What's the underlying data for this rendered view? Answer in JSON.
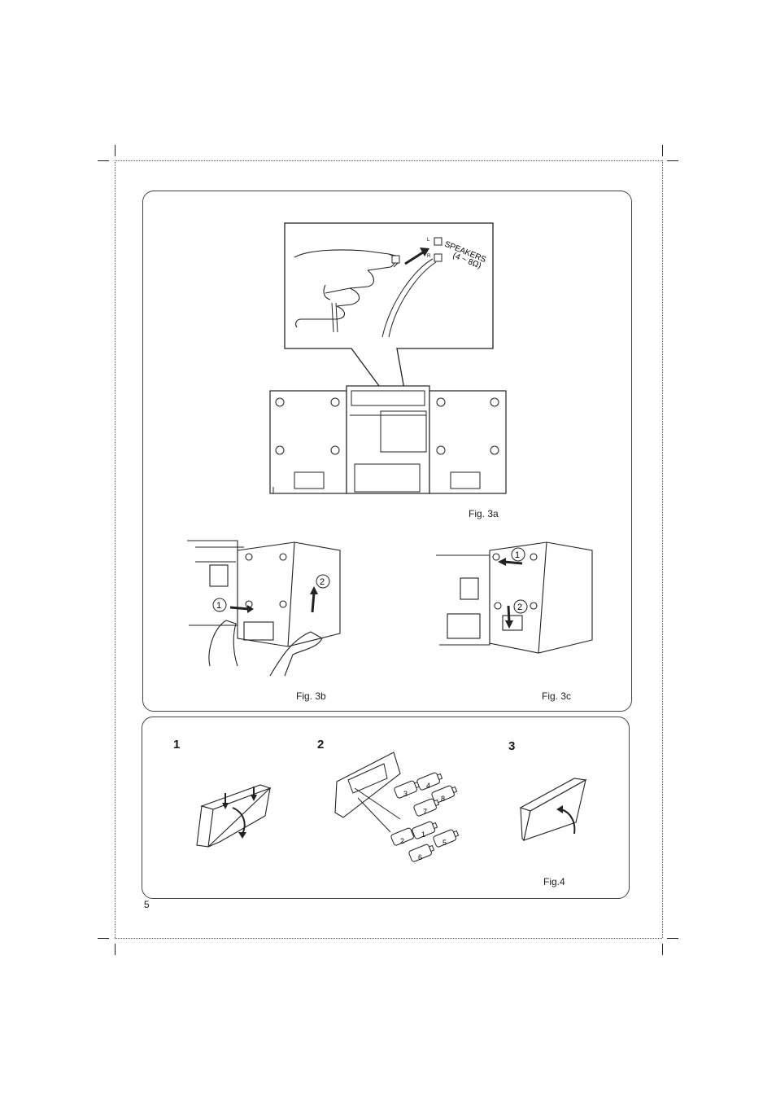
{
  "figures": {
    "fig3a": {
      "caption": "Fig. 3a",
      "terminal_label": "SPEAKERS",
      "impedance": "(4 ~ 8Ω)",
      "channel_left": "L",
      "channel_right": "R"
    },
    "fig3b": {
      "caption": "Fig. 3b",
      "step1": "1",
      "step2": "2"
    },
    "fig3c": {
      "caption": "Fig. 3c",
      "step1": "1",
      "step2": "2"
    },
    "fig4": {
      "caption": "Fig.4",
      "steps": [
        "1",
        "2",
        "3"
      ],
      "battery_numbers": [
        "1",
        "2",
        "3",
        "4",
        "5",
        "6",
        "7",
        "8"
      ]
    }
  },
  "page_number": "5",
  "colors": {
    "line": "#222222",
    "paper": "#ffffff",
    "frame": "#444444"
  }
}
